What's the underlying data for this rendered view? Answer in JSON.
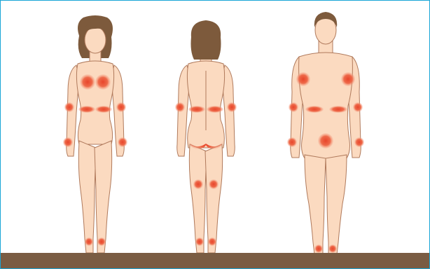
{
  "illustration": {
    "figures": [
      {
        "id": "female-front",
        "zones": [
          "breasts",
          "lower-abdomen-sides",
          "outer-forearms",
          "wrists",
          "ankles"
        ]
      },
      {
        "id": "female-back",
        "zones": [
          "lower-back-flanks",
          "upper-arms",
          "buttocks-fold",
          "back-of-knees",
          "ankles"
        ]
      },
      {
        "id": "male-front",
        "zones": [
          "chest-armpits",
          "flanks",
          "forearms",
          "wrists",
          "navel",
          "ankles"
        ]
      }
    ],
    "colors": {
      "skin": "#fbdac0",
      "skin_outline": "#b07a5c",
      "hair": "#7d5a3c",
      "zone": "#ea5a3a",
      "ground": "#7a5c43",
      "frame": "#1aa5d6"
    }
  }
}
